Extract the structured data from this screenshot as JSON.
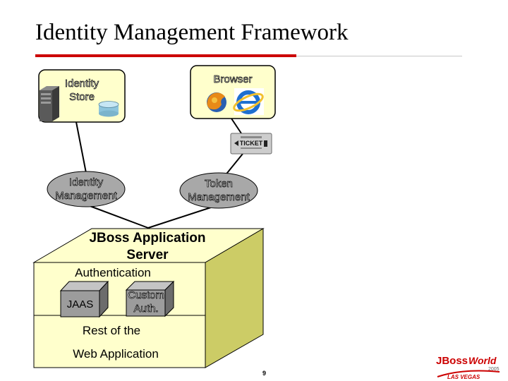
{
  "title": "Identity Management Framework",
  "identity_store": {
    "line1": "Identity",
    "line2": "Store"
  },
  "browser": {
    "label": "Browser"
  },
  "ticket": {
    "label": "TICKET"
  },
  "identity_management": {
    "line1": "Identity",
    "line2": "Management"
  },
  "token_management": {
    "line1": "Token",
    "line2": "Management"
  },
  "app_server": {
    "line1": "JBoss Application",
    "line2": "Server"
  },
  "authentication": {
    "label": "Authentication"
  },
  "jaas": {
    "label": "JAAS"
  },
  "custom_auth": {
    "line1": "Custom",
    "line2": "Auth."
  },
  "rest": {
    "line1": "Rest of the",
    "line2": "Web Application"
  },
  "page_number": "9",
  "logo": {
    "brand": "JBoss",
    "world": "World",
    "year": "2005",
    "city": "LAS VEGAS"
  },
  "colors": {
    "box_fill": "#ffffcc",
    "cube_side": "#cccc66",
    "accent_red": "#cc0000",
    "grey_cube": "#9c9c9c"
  }
}
